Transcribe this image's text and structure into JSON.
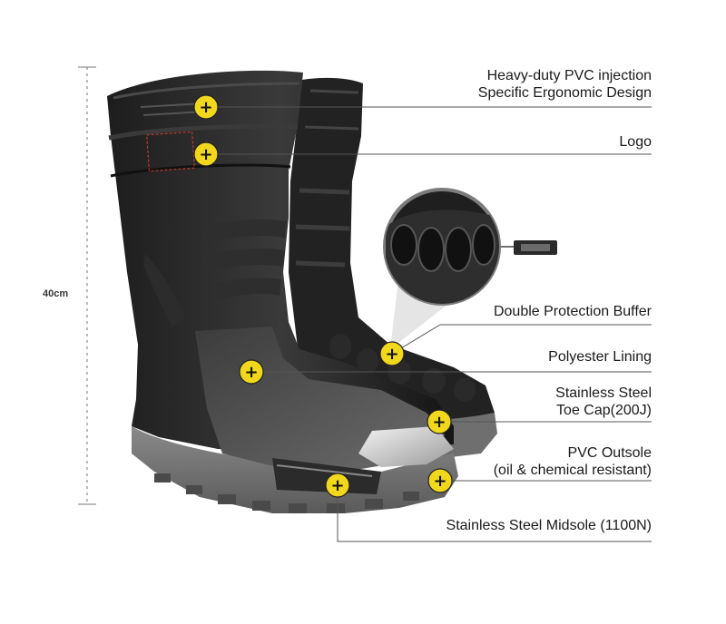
{
  "height_dimension": "40cm",
  "accent_color": "#f2d81c",
  "callouts": [
    {
      "id": "pvc-injection",
      "lines": [
        "Heavy-duty PVC injection",
        "Specific Ergonomic Design"
      ]
    },
    {
      "id": "logo",
      "lines": [
        "Logo"
      ]
    },
    {
      "id": "double-protection-buffer",
      "lines": [
        "Double Protection Buffer"
      ]
    },
    {
      "id": "polyester-lining",
      "lines": [
        "Polyester Lining"
      ]
    },
    {
      "id": "toe-cap",
      "lines": [
        "Stainless Steel",
        "Toe Cap(200J)"
      ]
    },
    {
      "id": "outsole",
      "lines": [
        "PVC  Outsole",
        "(oil & chemical resistant)"
      ]
    },
    {
      "id": "midsole",
      "lines": [
        "Stainless Steel Midsole (1100N)"
      ]
    }
  ]
}
